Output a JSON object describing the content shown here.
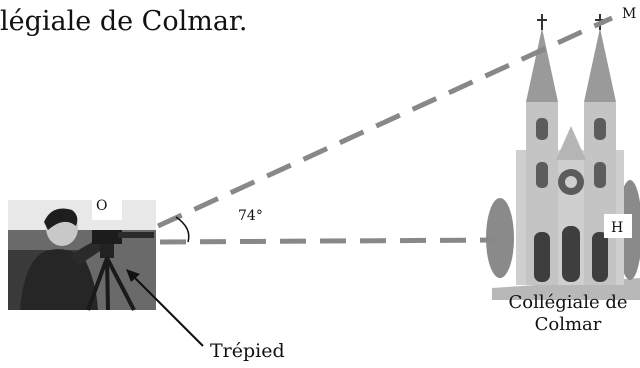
{
  "figure": {
    "heading": "légiale de Colmar.",
    "point_m": "M",
    "point_o": "O",
    "point_h": "H",
    "angle_label": "74°",
    "building_caption": "Collégiale de Colmar",
    "tripod_label": "Trépied"
  },
  "colors": {
    "dashed_line": "#888888",
    "stone": "#c9c9c9",
    "dark_stone": "#5c5c5c",
    "photo_dark": "#2f2f2f",
    "photo_grass": "#6a6a6a"
  }
}
